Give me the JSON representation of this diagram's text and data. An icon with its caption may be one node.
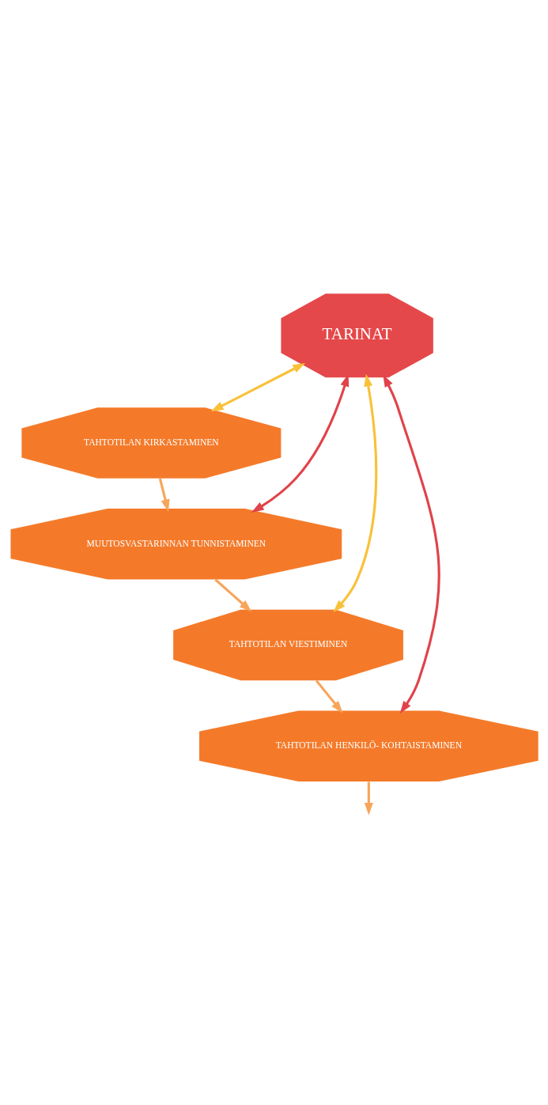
{
  "diagram": {
    "nodes": [
      {
        "text": [
          "TARINAT"
        ]
      },
      {
        "text": [
          "TAHTOTILAN KIRKASTAMINEN"
        ]
      },
      {
        "text": [
          "MUUTOSVASTARINNAN TUNNISTAMINEN"
        ]
      },
      {
        "text": [
          "TAHTOTILAN VIESTIMINEN"
        ]
      },
      {
        "text": [
          "TAHTOTILAN HENKILÖ- KOHTAISTAMINEN"
        ]
      }
    ],
    "edges": [
      {
        "from": 1,
        "to": 2,
        "arrow": "to"
      },
      {
        "from": 0,
        "to": 1,
        "arrow": "both",
        "color": "#f9c13a"
      },
      {
        "from": 0,
        "to": 2,
        "arrow": "both",
        "color": "#e0434a"
      },
      {
        "from": 2,
        "to": 3,
        "arrow": "to"
      },
      {
        "from": 0,
        "to": 3,
        "arrow": "both",
        "color": "#f9c13a"
      },
      {
        "from": 3,
        "to": 4,
        "arrow": "to"
      },
      {
        "from": 0,
        "to": 4,
        "arrow": "both",
        "color": "#e0434a"
      },
      {
        "from": 4,
        "to": null,
        "arrow": "to"
      }
    ]
  }
}
